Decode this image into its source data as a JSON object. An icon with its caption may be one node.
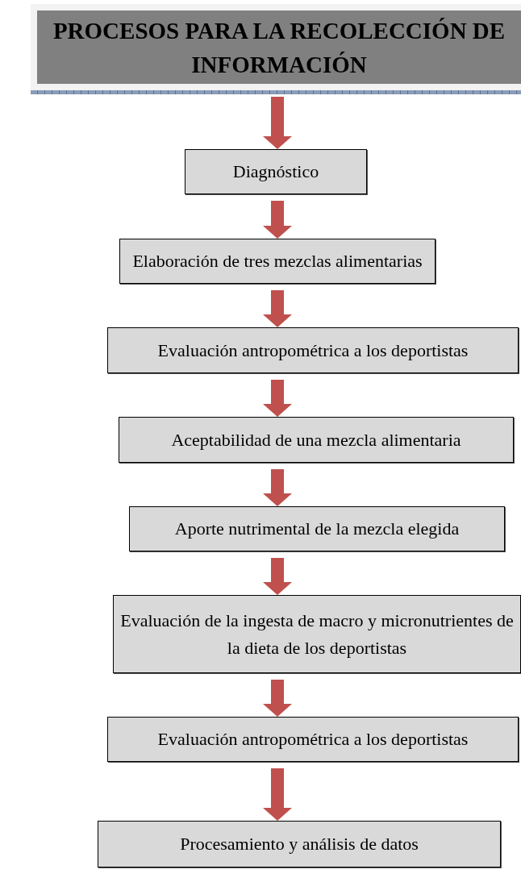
{
  "diagram": {
    "nodes": [
      {
        "text": [
          "PROCESOS PARA LA RECOLECCIÓN DE INFORMACIÓN"
        ]
      },
      {
        "text": [
          "Diagnóstico"
        ]
      },
      {
        "text": [
          "Elaboración de tres mezclas alimentarias"
        ]
      },
      {
        "text": [
          "Evaluación antropométrica a los deportistas"
        ]
      },
      {
        "text": [
          "Aceptabilidad de una mezcla alimentaria"
        ]
      },
      {
        "text": [
          "Aporte nutrimental de la mezcla elegida"
        ]
      },
      {
        "text": [
          "Evaluación de la ingesta de macro y micronutrientes de la dieta de los deportistas"
        ]
      },
      {
        "text": [
          "Evaluación antropométrica a los deportistas"
        ]
      },
      {
        "text": [
          "Procesamiento y análisis de datos"
        ]
      }
    ],
    "edges": [
      {
        "from": 0,
        "to": 1,
        "arrow": "to"
      },
      {
        "from": 1,
        "to": 2,
        "arrow": "to"
      },
      {
        "from": 2,
        "to": 3,
        "arrow": "to"
      },
      {
        "from": 3,
        "to": 4,
        "arrow": "to"
      },
      {
        "from": 4,
        "to": 5,
        "arrow": "to"
      },
      {
        "from": 5,
        "to": 6,
        "arrow": "to"
      },
      {
        "from": 6,
        "to": 7,
        "arrow": "to"
      },
      {
        "from": 7,
        "to": 8,
        "arrow": "to"
      }
    ]
  }
}
